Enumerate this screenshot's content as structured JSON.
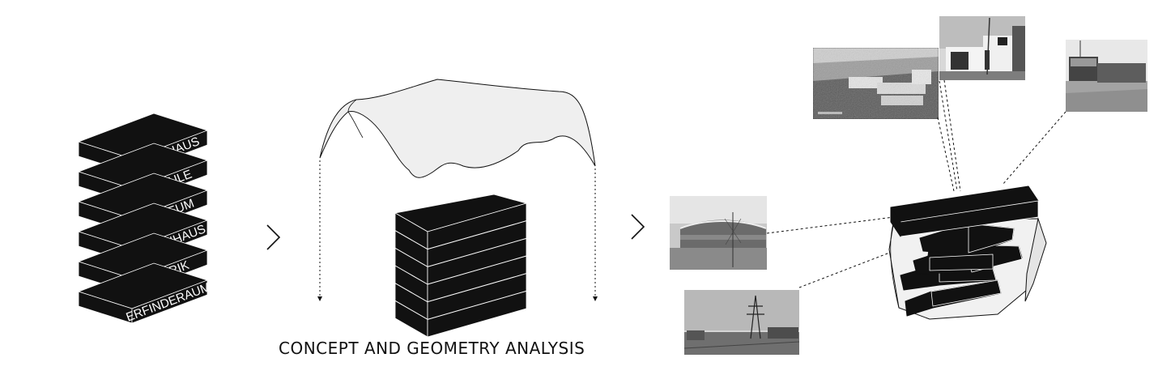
{
  "stack": {
    "labels": [
      "KLUBHAUS",
      "SCHULE",
      "MUSEUM",
      "WARENHAUS",
      "FABRIK",
      "ERFINDERAUM"
    ]
  },
  "caption": "CONCEPT AND GEOMETRY ANALYSIS",
  "colors": {
    "ink": "#111111",
    "paper": "#ffffff",
    "sheet": "#f2f2f2"
  },
  "icons": {
    "arrow1": "chevron-right-icon",
    "arrow2": "chevron-right-icon"
  }
}
